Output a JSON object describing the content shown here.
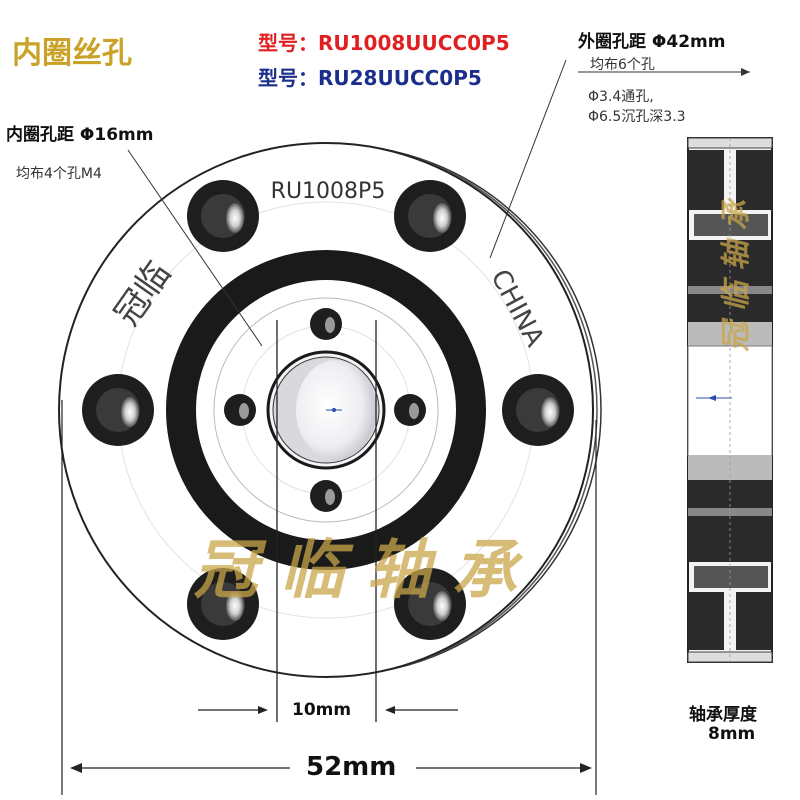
{
  "header": {
    "title": "内圈丝孔",
    "model_1": "型号：RU1008UUCC0P5",
    "model_2": "型号：RU28UUCC0P5"
  },
  "annotations": {
    "outer_pitch": "外圈孔距 Φ42mm",
    "outer_holes": "均布6个孔",
    "outer_through": "Φ3.4通孔,",
    "outer_counterbore": "Φ6.5沉孔深3.3",
    "inner_pitch": "内圈孔距 Φ16mm",
    "inner_holes": "均布4个孔M4",
    "bore_dim": "10mm",
    "outer_dim": "52mm",
    "thickness_label": "轴承厚度",
    "thickness_value": "8mm"
  },
  "engraving": {
    "part_no": "RU1008P5",
    "brand_left": "冠临",
    "brand_right": "CHINA"
  },
  "watermark": "冠 临 轴 承",
  "colors": {
    "title_gold": "#c9a227",
    "model_red": "#e02020",
    "model_blue": "#1c2e8c",
    "watermark": "#c8a64a"
  }
}
